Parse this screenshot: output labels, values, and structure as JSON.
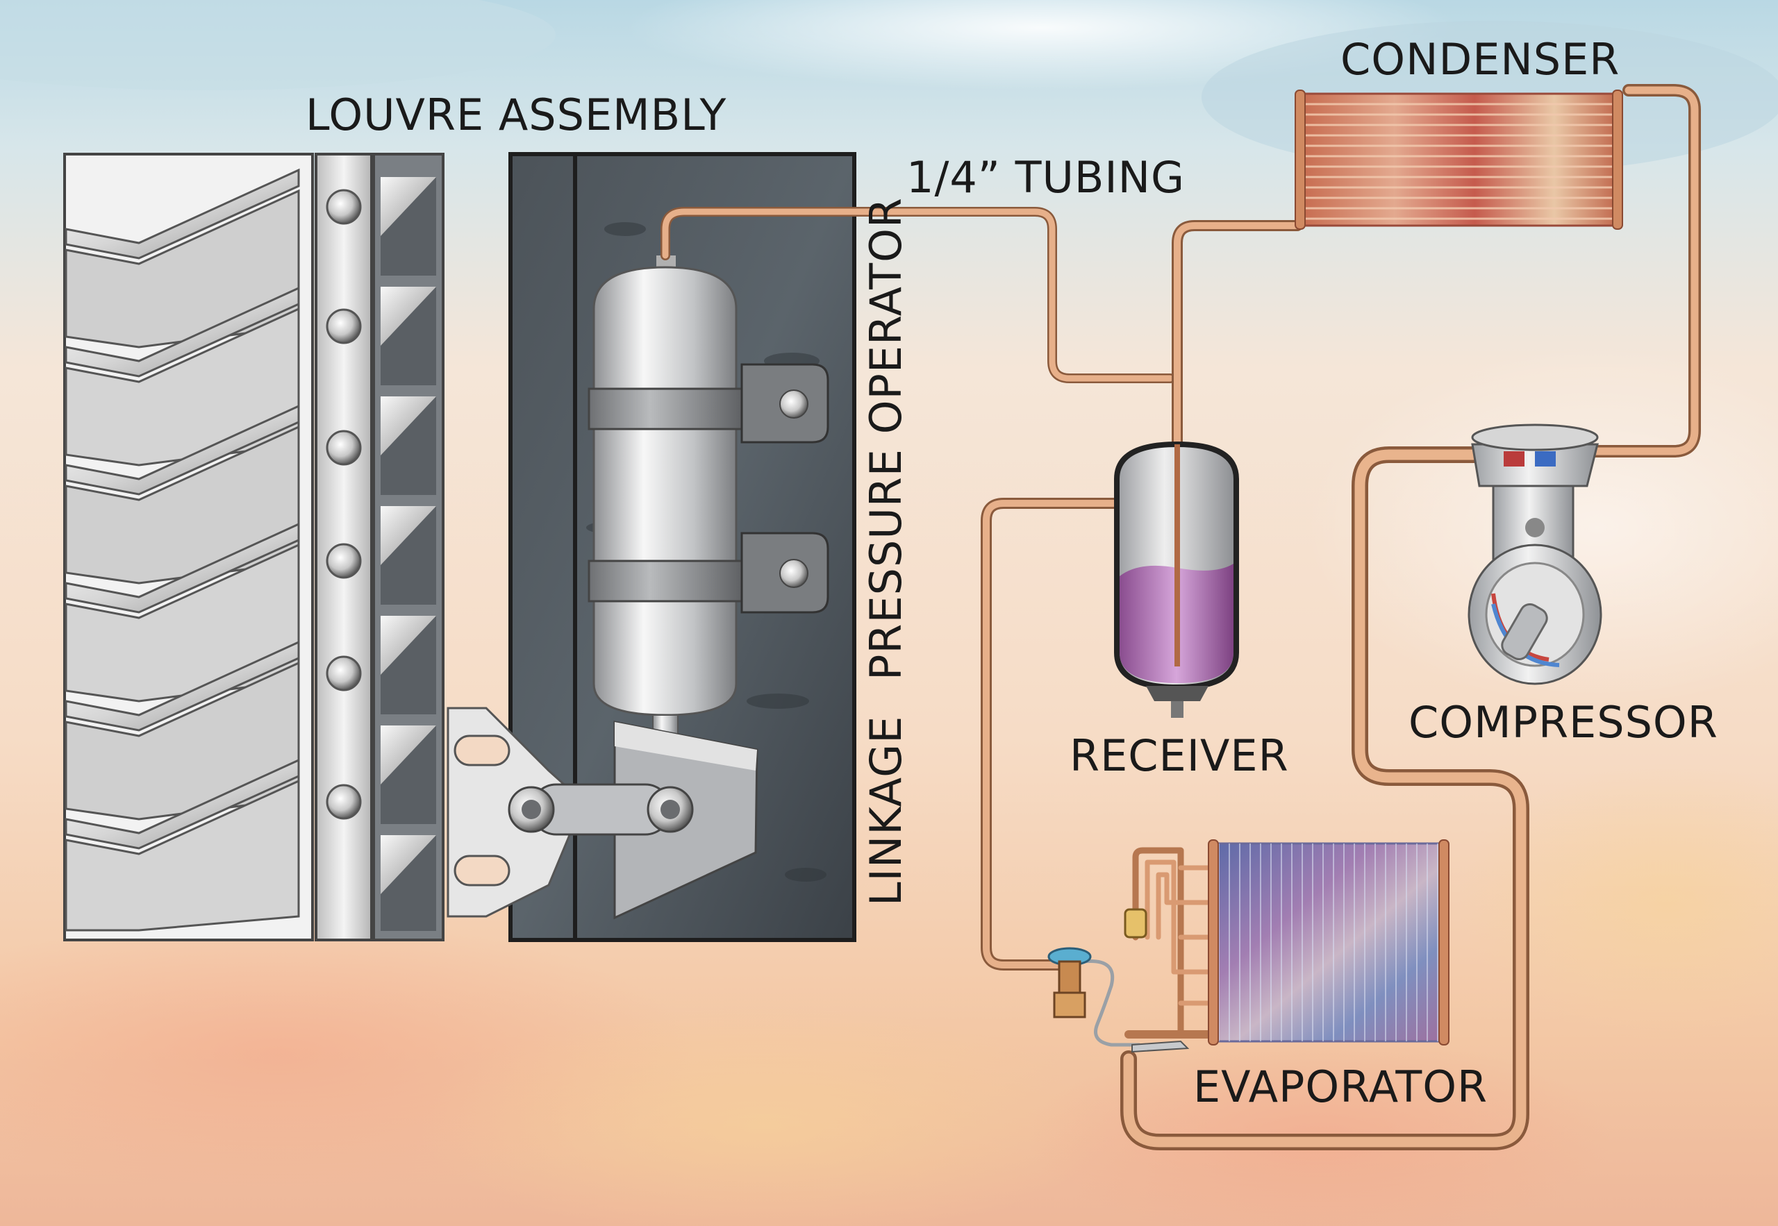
{
  "labels": {
    "louvre_assembly": "LOUVRE ASSEMBLY",
    "tubing": "1/4” TUBING",
    "condenser": "CONDENSER",
    "pressure_operator": "PRESSURE OPERATOR",
    "linkage": "LINKAGE",
    "receiver": "RECEIVER",
    "compressor": "COMPRESSOR",
    "evaporator": "EVAPORATOR"
  },
  "colors": {
    "copper": "#d9956a",
    "panel_dark": "#3a4148",
    "steel": "#c9cccf",
    "refrigerant_liquid": "#b07ab8"
  }
}
